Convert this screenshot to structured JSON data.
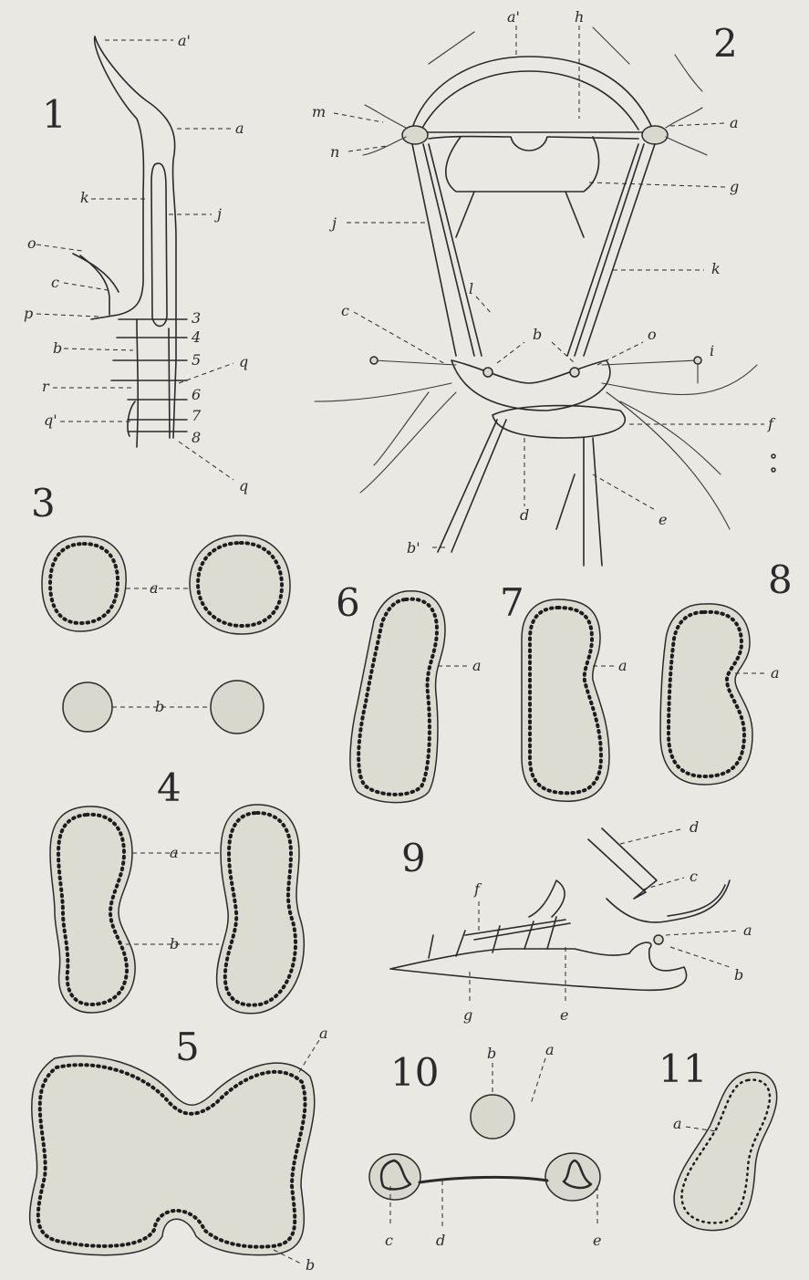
{
  "figures": [
    {
      "id": "1",
      "labels": [
        "a'",
        "a",
        "k",
        "j",
        "o",
        "c",
        "p",
        "b",
        "r",
        "q'",
        "q",
        "q"
      ],
      "section_marks": [
        "3",
        "4",
        "5",
        "6",
        "7",
        "8"
      ]
    },
    {
      "id": "2",
      "labels": [
        "a'",
        "h",
        "m",
        "a",
        "n",
        "g",
        "j",
        "k",
        "l",
        "c",
        "o",
        "b",
        "i",
        "f",
        "d",
        "e",
        "b'"
      ]
    },
    {
      "id": "3",
      "labels": [
        "a",
        "b"
      ]
    },
    {
      "id": "4",
      "labels": [
        "a",
        "b"
      ]
    },
    {
      "id": "5",
      "labels": [
        "a",
        "b"
      ]
    },
    {
      "id": "6",
      "labels": [
        "a"
      ]
    },
    {
      "id": "7",
      "labels": [
        "a"
      ]
    },
    {
      "id": "8",
      "labels": [
        "a"
      ]
    },
    {
      "id": "9",
      "labels": [
        "d",
        "c",
        "f",
        "a",
        "b",
        "g",
        "e"
      ]
    },
    {
      "id": "10",
      "labels": [
        "b",
        "a",
        "c",
        "d",
        "e"
      ]
    },
    {
      "id": "11",
      "labels": [
        "a"
      ]
    }
  ]
}
